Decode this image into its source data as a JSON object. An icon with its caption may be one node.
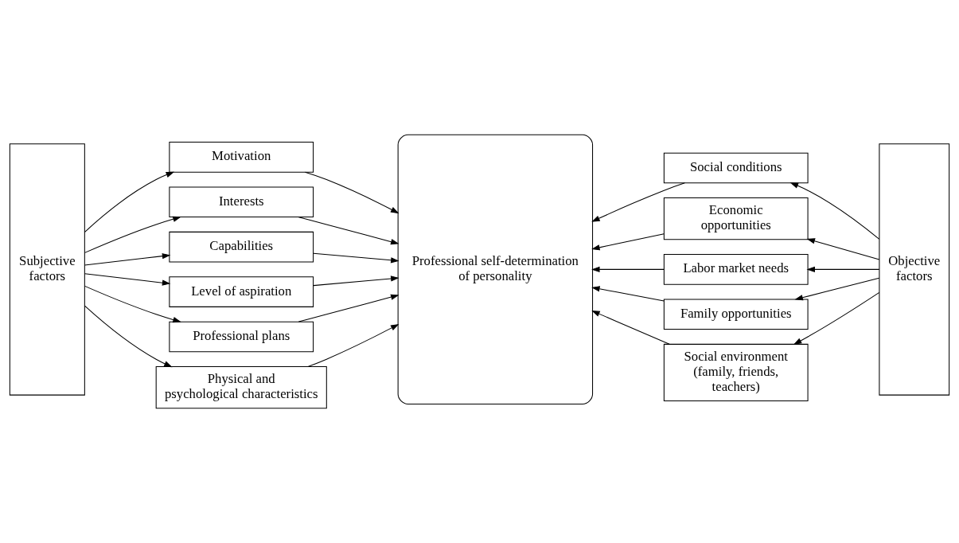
{
  "diagram": {
    "nodes": [
      {
        "text": [
          "Subjective factors"
        ]
      },
      {
        "text": [
          "Motivation"
        ]
      },
      {
        "text": [
          "Interests"
        ]
      },
      {
        "text": [
          "Capabilities"
        ]
      },
      {
        "text": [
          "Level of aspiration"
        ]
      },
      {
        "text": [
          "Professional plans"
        ]
      },
      {
        "text": [
          "Physical and psychological characteristics"
        ]
      },
      {
        "text": [
          "Professional self-determination of personality"
        ]
      },
      {
        "text": [
          "Social conditions"
        ]
      },
      {
        "text": [
          "Economic opportunities"
        ]
      },
      {
        "text": [
          "Labor market needs"
        ]
      },
      {
        "text": [
          "Family opportunities"
        ]
      },
      {
        "text": [
          "Social environment (family, friends, teachers)"
        ]
      },
      {
        "text": [
          "Objective factors"
        ]
      }
    ],
    "edges": [
      {
        "from": 0,
        "to": 1,
        "arrow": "to"
      },
      {
        "from": 0,
        "to": 2,
        "arrow": "to"
      },
      {
        "from": 0,
        "to": 3,
        "arrow": "to"
      },
      {
        "from": 0,
        "to": 4,
        "arrow": "to"
      },
      {
        "from": 0,
        "to": 5,
        "arrow": "to"
      },
      {
        "from": 0,
        "to": 6,
        "arrow": "to"
      },
      {
        "from": 1,
        "to": 7,
        "arrow": "to"
      },
      {
        "from": 2,
        "to": 7,
        "arrow": "to"
      },
      {
        "from": 3,
        "to": 7,
        "arrow": "to"
      },
      {
        "from": 4,
        "to": 7,
        "arrow": "to"
      },
      {
        "from": 5,
        "to": 7,
        "arrow": "to"
      },
      {
        "from": 6,
        "to": 7,
        "arrow": "to"
      },
      {
        "from": 13,
        "to": 8,
        "arrow": "to"
      },
      {
        "from": 13,
        "to": 9,
        "arrow": "to"
      },
      {
        "from": 13,
        "to": 10,
        "arrow": "to"
      },
      {
        "from": 13,
        "to": 11,
        "arrow": "to"
      },
      {
        "from": 13,
        "to": 12,
        "arrow": "to"
      },
      {
        "from": 8,
        "to": 7,
        "arrow": "to"
      },
      {
        "from": 9,
        "to": 7,
        "arrow": "to"
      },
      {
        "from": 10,
        "to": 7,
        "arrow": "to"
      },
      {
        "from": 11,
        "to": 7,
        "arrow": "to"
      },
      {
        "from": 12,
        "to": 7,
        "arrow": "to"
      }
    ]
  }
}
